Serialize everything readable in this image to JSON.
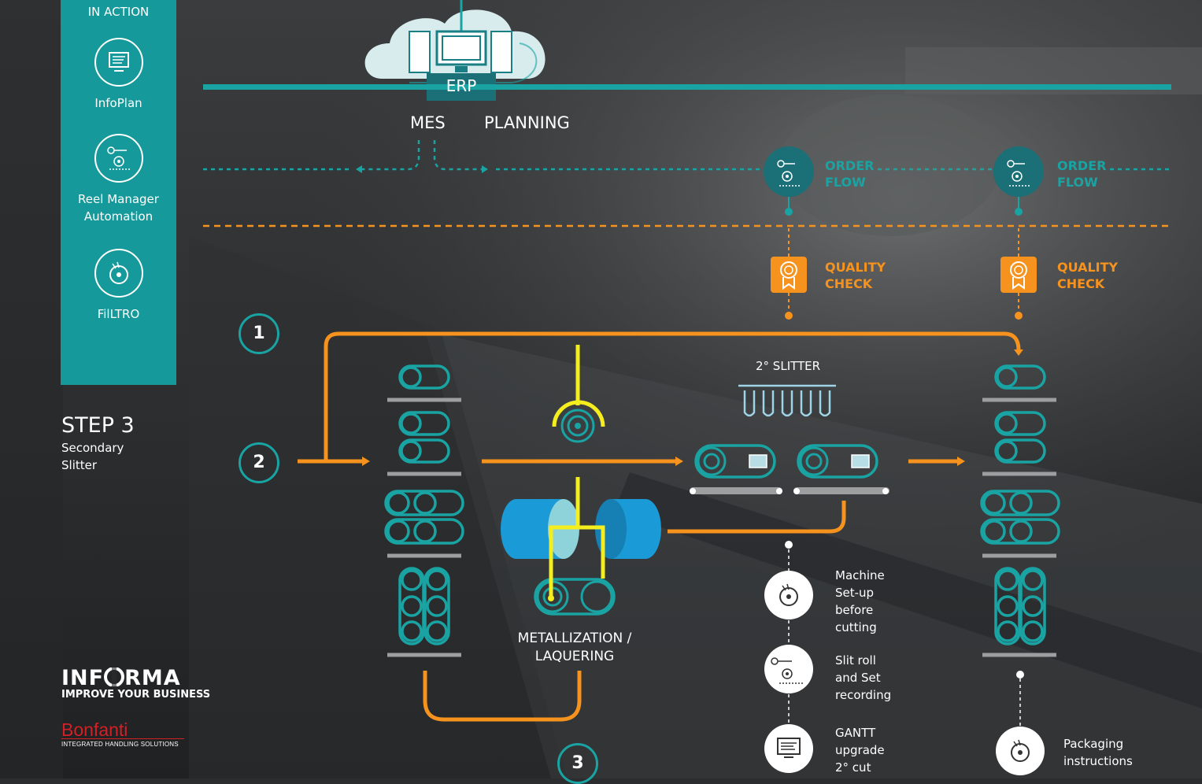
{
  "panel": {
    "header": "IN ACTION",
    "tools": [
      {
        "name": "InfoPlan",
        "icon": "monitor-icon"
      },
      {
        "name": "Reel Manager Automation",
        "line1": "Reel Manager",
        "line2": "Automation",
        "icon": "reel-manager-icon"
      },
      {
        "name": "FilLTRO",
        "icon": "filtro-icon"
      }
    ]
  },
  "step": {
    "title": "STEP 3",
    "line1": "Secondary",
    "line2": "Slitter"
  },
  "top": {
    "erp": "ERP",
    "mes": "MES",
    "planning": "PLANNING"
  },
  "order_flow": {
    "line1": "ORDER",
    "line2": "FLOW"
  },
  "quality_check": {
    "line1": "QUALITY",
    "line2": "CHECK"
  },
  "steps_numbers": [
    "1",
    "2",
    "3"
  ],
  "process": {
    "slitter": "2° SLITTER",
    "metallization_line1": "METALLIZATION /",
    "metallization_line2": "LAQUERING"
  },
  "actions": [
    {
      "lines": [
        "Machine",
        "Set-up",
        "before",
        "cutting"
      ],
      "icon": "disc-icon"
    },
    {
      "lines": [
        "Slit roll",
        "and Set",
        "recording"
      ],
      "icon": "reel-manager-icon"
    },
    {
      "lines": [
        "GANTT",
        "upgrade",
        "2° cut"
      ],
      "icon": "monitor-icon"
    }
  ],
  "packaging": {
    "lines": [
      "Packaging",
      "instructions"
    ],
    "icon": "disc-icon"
  },
  "brand": {
    "name_left": "INF",
    "name_right": "RMA",
    "tagline": "IMPROVE YOUR BUSINESS"
  },
  "partner": {
    "name": "Bonfanti",
    "tagline": "INTEGRATED HANDLING SOLUTIONS"
  },
  "colors": {
    "teal": "#1aa3a3",
    "orange": "#f6921e",
    "yellow": "#f4ee1e",
    "blue": "#1a9ad6",
    "panel": "#15999a",
    "partner_red": "#d42025"
  }
}
